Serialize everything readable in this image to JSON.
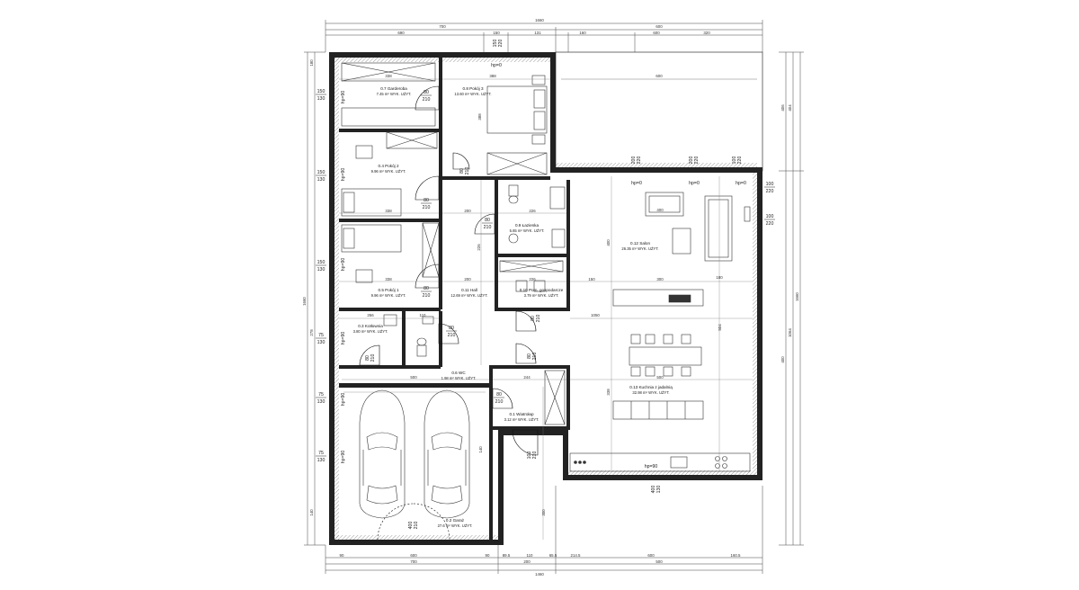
{
  "rooms": [
    {
      "id": "garderoba",
      "num": "0.7",
      "name": "Garderoba",
      "area": "7.45 m² WYK. UŻYT."
    },
    {
      "id": "pokoj3",
      "num": "0.8",
      "name": "Pokój 3",
      "area": "13.60 m² WYK. UŻYT."
    },
    {
      "id": "pokoj2",
      "num": "0.4",
      "name": "Pokój 2",
      "area": "9.96 m² WYK. UŻYT."
    },
    {
      "id": "lazienka",
      "num": "0.9",
      "name": "Łazienka",
      "area": "5.65 m² WYK. UŻYT."
    },
    {
      "id": "salon",
      "num": "0.12",
      "name": "Salon",
      "area": "26.35 m² WYK. UŻYT."
    },
    {
      "id": "pokoj1",
      "num": "0.5",
      "name": "Pokój 1",
      "area": "9.96 m² WYK. UŻYT."
    },
    {
      "id": "hall",
      "num": "0.11",
      "name": "Hall",
      "area": "12.69 m² WYK. UŻYT."
    },
    {
      "id": "pom_gosp",
      "num": "0.10",
      "name": "Pom. gospodarcze",
      "area": "3.79 m² WYK. UŻYT."
    },
    {
      "id": "kotlownia",
      "num": "0.3",
      "name": "Kotłownia",
      "area": "3.80 m² WYK. UŻYT."
    },
    {
      "id": "wc",
      "num": "0.6",
      "name": "WC",
      "area": "1.98 m² WYK. UŻYT."
    },
    {
      "id": "wiatrolap",
      "num": "0.1",
      "name": "Wiatrołap",
      "area": "3.12 m² WYK. UŻYT."
    },
    {
      "id": "kuchnia",
      "num": "0.13",
      "name": "Kuchnia z jadalnią",
      "area": "32.98 m² WYK. UŻYT."
    },
    {
      "id": "garaz",
      "num": "0.2",
      "name": "Garaż",
      "area": "27.6 m² WYK. UŻYT."
    }
  ],
  "levels": {
    "hp0": "hp=0",
    "hp90": "hp=90"
  },
  "doors": {
    "d80_210": [
      "80",
      "210"
    ],
    "d100_210": [
      "100",
      "210"
    ],
    "d400_210": [
      "400",
      "210"
    ],
    "w150_130": [
      "150",
      "130"
    ],
    "w75_130": [
      "75",
      "130"
    ],
    "w100_220": [
      "100",
      "220"
    ],
    "w200_220": [
      "200",
      "220"
    ],
    "w400_130": [
      "400",
      "130"
    ],
    "w150_220": [
      "150",
      "220"
    ]
  },
  "dims": {
    "top_total": "1660",
    "top_row2": [
      "700",
      "600"
    ],
    "top_row3": [
      "690",
      "150",
      "131",
      "160",
      "600",
      "320"
    ],
    "bottom_row1": [
      "90",
      "600",
      "90",
      "89.5",
      "110",
      "65.5",
      "214.5",
      "600",
      "160.5"
    ],
    "bottom_row2": [
      "700",
      "200",
      "500"
    ],
    "bottom_total": "1460",
    "left_total": "1660",
    "right_total": "1660",
    "right_row": [
      "1064",
      "404",
      "400",
      "406"
    ],
    "inner": [
      "338",
      "338",
      "338",
      "388",
      "256",
      "200",
      "226",
      "150",
      "300",
      "504",
      "500",
      "180",
      "400",
      "400",
      "226",
      "244",
      "140",
      "278",
      "110",
      "1050",
      "338",
      "226"
    ]
  }
}
